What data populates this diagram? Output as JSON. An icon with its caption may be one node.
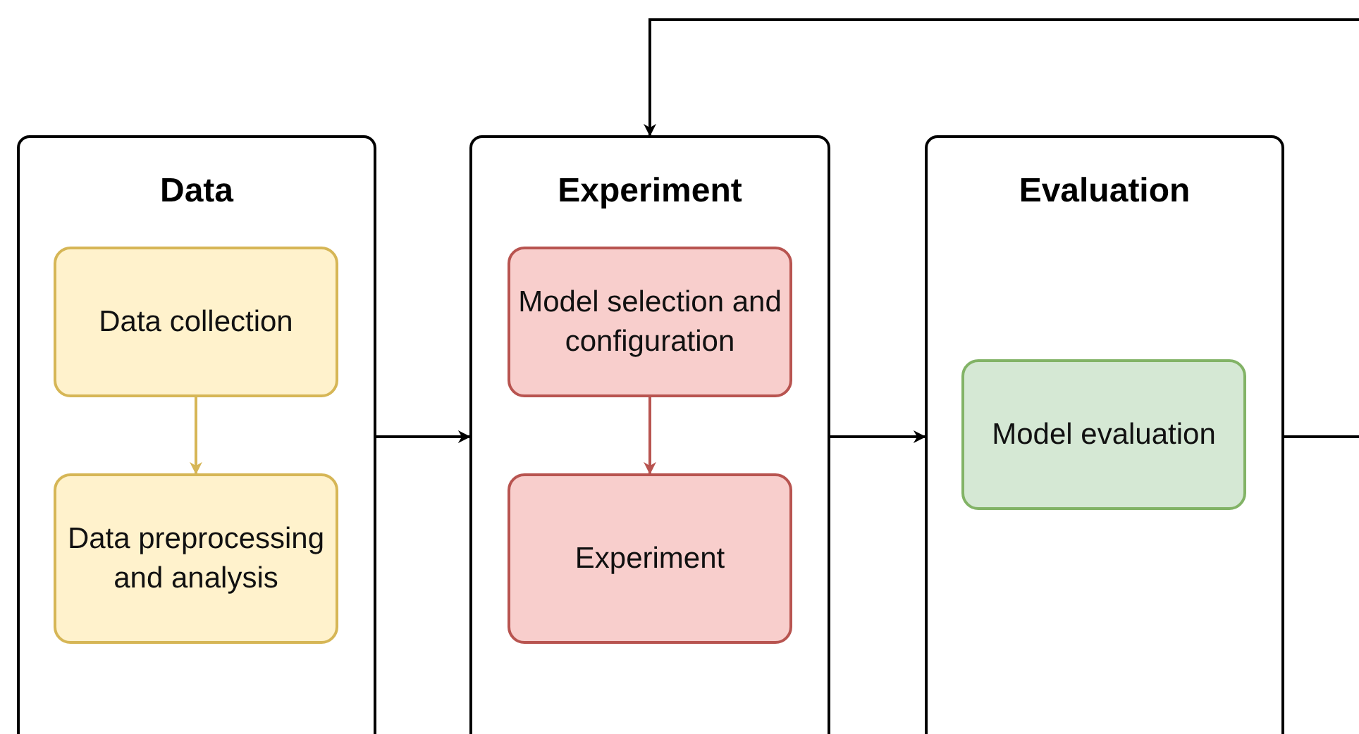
{
  "diagram": {
    "nodes": [
      {
        "text": [
          "Data"
        ]
      },
      {
        "text": [
          "Data collection"
        ],
        "in": 0
      },
      {
        "text": [
          "Data preprocessing and analysis"
        ],
        "in": 0
      },
      {
        "text": [
          "Experiment"
        ]
      },
      {
        "text": [
          "Model selection and configuration"
        ],
        "in": 3
      },
      {
        "text": [
          "Experiment"
        ],
        "in": 3
      },
      {
        "text": [
          "Evaluation"
        ]
      },
      {
        "text": [
          "Model evaluation"
        ],
        "in": 6
      }
    ],
    "edges": [
      {
        "from": 1,
        "to": 2,
        "arrow": "to",
        "color": "#d6b656"
      },
      {
        "from": 4,
        "to": 5,
        "arrow": "to",
        "color": "#b85450"
      },
      {
        "from": 0,
        "to": 3,
        "arrow": "to"
      },
      {
        "from": 3,
        "to": 6,
        "arrow": "to"
      },
      {
        "from": 6,
        "to": null,
        "arrow": "none"
      },
      {
        "from": null,
        "to": 3,
        "arrow": "to"
      }
    ]
  }
}
